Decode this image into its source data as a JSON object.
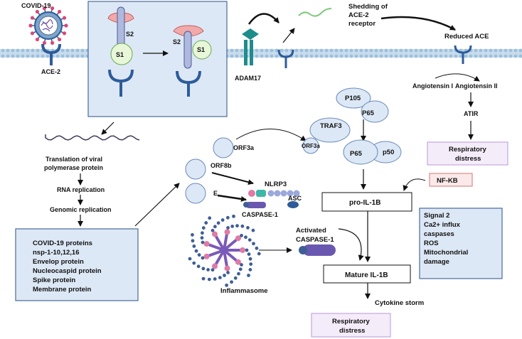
{
  "labels": {
    "covid19": "COVID-19",
    "ace2": "ACE-2",
    "s2": "S2",
    "s1": "S1",
    "adam17": "ADAM17",
    "shedding": [
      "Shedding of",
      "ACE-2",
      "receptor"
    ],
    "reduced_ace": "Reduced ACE",
    "angiotensin1": "Angiotensin I",
    "angiotensin2": "Angiotensin II",
    "atir": "ATIR",
    "resp_distress_top": [
      "Respiratory",
      "distress"
    ],
    "p105": "P105",
    "p65_top": "P65",
    "p65": "P65",
    "p50": "p50",
    "traf3": "TRAF3",
    "orf3a": "ORF3a",
    "orf3a_small": "ORF3a",
    "orf8b": "ORF8b",
    "e": "E",
    "nlrp3": "NLRP3",
    "asc": "ASC",
    "caspase1": "CASPASE-1",
    "nfkb": "NF-KB",
    "pro_il1b": "pro-IL-1B",
    "activated_caspase": [
      "Activated",
      "CASPASE-1"
    ],
    "inflammasome": "Inflammasome",
    "mature_il1b": "Mature IL-1B",
    "cytokine_storm": "Cytokine storm",
    "resp_distress_bottom": [
      "Respiratory",
      "distress"
    ],
    "translation": [
      "Translation of viral",
      "polymerase protein"
    ],
    "rna_replication": "RNA replication",
    "genomic_replication": "Genomic replication",
    "covid_proteins": [
      "COVID-19 proteins",
      "nsp-1-10,12,16",
      "Envelop protein",
      "Nucleocaspid protein",
      "Spike protein",
      "Membrane protein"
    ],
    "signal2": [
      "Signal 2",
      "Ca2+ influx",
      "caspases",
      "ROS",
      "Mitochondrial",
      "damage"
    ]
  },
  "colors": {
    "panel_fill": "#dde8f6",
    "panel_stroke": "#4a6a9a",
    "membrane": "#9cc0dd",
    "receptor": "#2e5c9a",
    "nfkb_fill": "#fbe9e9",
    "nfkb_stroke": "#d98c8c",
    "distress_fill": "#f4ecf9",
    "distress_stroke": "#c4a8e0",
    "protein_fill": "#dde8f6"
  }
}
